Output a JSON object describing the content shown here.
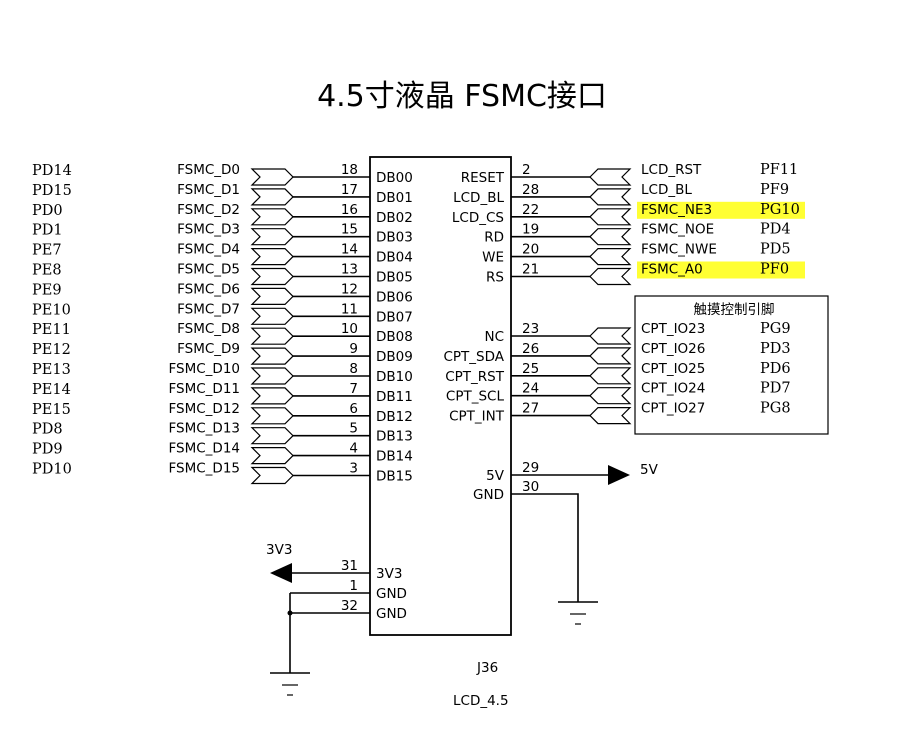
{
  "title": "4.5寸液晶 FSMC接口",
  "chip": {
    "ref": "J36",
    "value": "LCD_4.5",
    "left_pins": [
      {
        "num": "18",
        "name": "DB00",
        "net": "FSMC_D0",
        "port": "PD14"
      },
      {
        "num": "17",
        "name": "DB01",
        "net": "FSMC_D1",
        "port": "PD15"
      },
      {
        "num": "16",
        "name": "DB02",
        "net": "FSMC_D2",
        "port": "PD0"
      },
      {
        "num": "15",
        "name": "DB03",
        "net": "FSMC_D3",
        "port": "PD1"
      },
      {
        "num": "14",
        "name": "DB04",
        "net": "FSMC_D4",
        "port": "PE7"
      },
      {
        "num": "13",
        "name": "DB05",
        "net": "FSMC_D5",
        "port": "PE8"
      },
      {
        "num": "12",
        "name": "DB06",
        "net": "FSMC_D6",
        "port": "PE9"
      },
      {
        "num": "11",
        "name": "DB07",
        "net": "FSMC_D7",
        "port": "PE10"
      },
      {
        "num": "10",
        "name": "DB08",
        "net": "FSMC_D8",
        "port": "PE11"
      },
      {
        "num": "9",
        "name": "DB09",
        "net": "FSMC_D9",
        "port": "PE12"
      },
      {
        "num": "8",
        "name": "DB10",
        "net": "FSMC_D10",
        "port": "PE13"
      },
      {
        "num": "7",
        "name": "DB11",
        "net": "FSMC_D11",
        "port": "PE14"
      },
      {
        "num": "6",
        "name": "DB12",
        "net": "FSMC_D12",
        "port": "PE15"
      },
      {
        "num": "5",
        "name": "DB13",
        "net": "FSMC_D13",
        "port": "PD8"
      },
      {
        "num": "4",
        "name": "DB14",
        "net": "FSMC_D14",
        "port": "PD9"
      },
      {
        "num": "3",
        "name": "DB15",
        "net": "FSMC_D15",
        "port": "PD10"
      }
    ],
    "right_pins_top": [
      {
        "num": "2",
        "name": "RESET",
        "net": "LCD_RST",
        "port": "PF11",
        "highlight": false
      },
      {
        "num": "28",
        "name": "LCD_BL",
        "net": "LCD_BL",
        "port": "PF9",
        "highlight": false
      },
      {
        "num": "22",
        "name": "LCD_CS",
        "net": "FSMC_NE3",
        "port": "PG10",
        "highlight": true
      },
      {
        "num": "19",
        "name": "RD",
        "net": "FSMC_NOE",
        "port": "PD4",
        "highlight": false
      },
      {
        "num": "20",
        "name": "WE",
        "net": "FSMC_NWE",
        "port": "PD5",
        "highlight": false
      },
      {
        "num": "21",
        "name": "RS",
        "net": "FSMC_A0",
        "port": "PF0",
        "highlight": true
      }
    ],
    "right_pins_touch": [
      {
        "num": "23",
        "name": "NC",
        "net": "CPT_IO23",
        "port": "PG9"
      },
      {
        "num": "26",
        "name": "CPT_SDA",
        "net": "CPT_IO26",
        "port": "PD3"
      },
      {
        "num": "25",
        "name": "CPT_RST",
        "net": "CPT_IO25",
        "port": "PD6"
      },
      {
        "num": "24",
        "name": "CPT_SCL",
        "net": "CPT_IO24",
        "port": "PD7"
      },
      {
        "num": "27",
        "name": "CPT_INT",
        "net": "CPT_IO27",
        "port": "PG8"
      }
    ],
    "power_right": [
      {
        "num": "29",
        "name": "5V",
        "net": "5V"
      },
      {
        "num": "30",
        "name": "GND",
        "net": ""
      }
    ],
    "power_left": [
      {
        "num": "31",
        "name": "3V3",
        "net": "3V3"
      },
      {
        "num": "1",
        "name": "GND",
        "net": ""
      },
      {
        "num": "32",
        "name": "GND",
        "net": ""
      }
    ]
  },
  "touch_box": {
    "title": "触摸控制引脚"
  },
  "colors": {
    "highlight": "#ffff33",
    "line": "#000000"
  }
}
